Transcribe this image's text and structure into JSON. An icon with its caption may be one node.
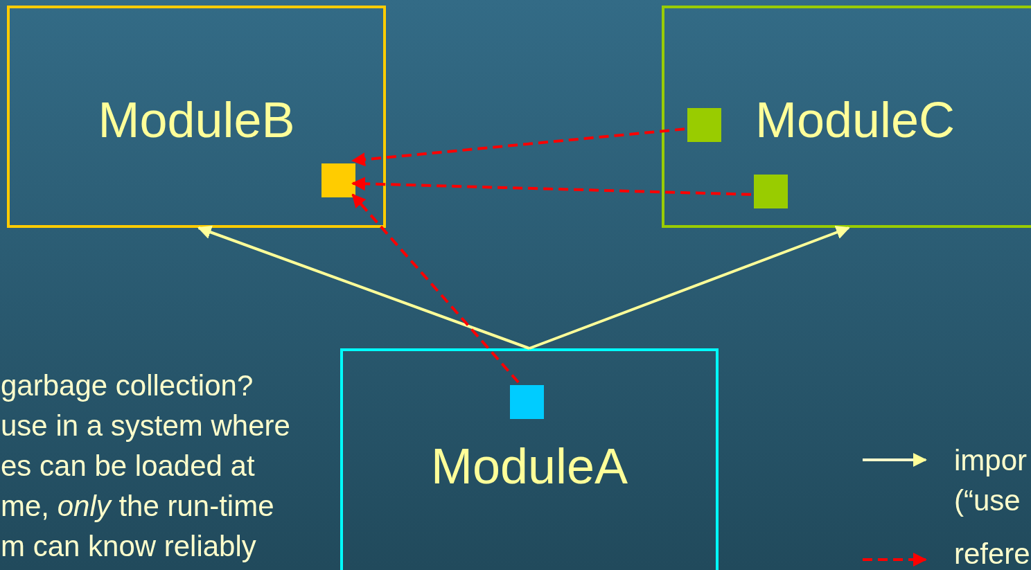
{
  "diagram": {
    "nodes": [
      {
        "text": [
          "ModuleB"
        ]
      },
      {
        "text": [],
        "shape": "box",
        "in": 0
      },
      {
        "text": [
          "ModuleC"
        ]
      },
      {
        "text": [],
        "shape": "box",
        "in": 2
      },
      {
        "text": [],
        "shape": "box",
        "in": 2
      },
      {
        "text": [
          "ModuleA"
        ]
      },
      {
        "text": [],
        "shape": "box",
        "in": 5
      }
    ],
    "edges": [
      {
        "from": 5,
        "to": 0,
        "arrow": "to",
        "color": "#ffff99"
      },
      {
        "from": 5,
        "to": 2,
        "arrow": "to",
        "color": "#ffff99"
      },
      {
        "from": 3,
        "to": 1,
        "arrow": "to",
        "style": "dashed"
      },
      {
        "from": 4,
        "to": 1,
        "arrow": "to",
        "style": "dashed"
      },
      {
        "from": 6,
        "to": 1,
        "arrow": "to",
        "style": "dashed"
      }
    ],
    "labels": [
      "garbage collection?",
      "use in a system where",
      "es can be loaded at",
      "me, *only* the run-time",
      "m can know reliably"
    ],
    "legend": [
      {
        "text": "impor (“use"
      },
      {
        "text": "refere"
      }
    ]
  }
}
